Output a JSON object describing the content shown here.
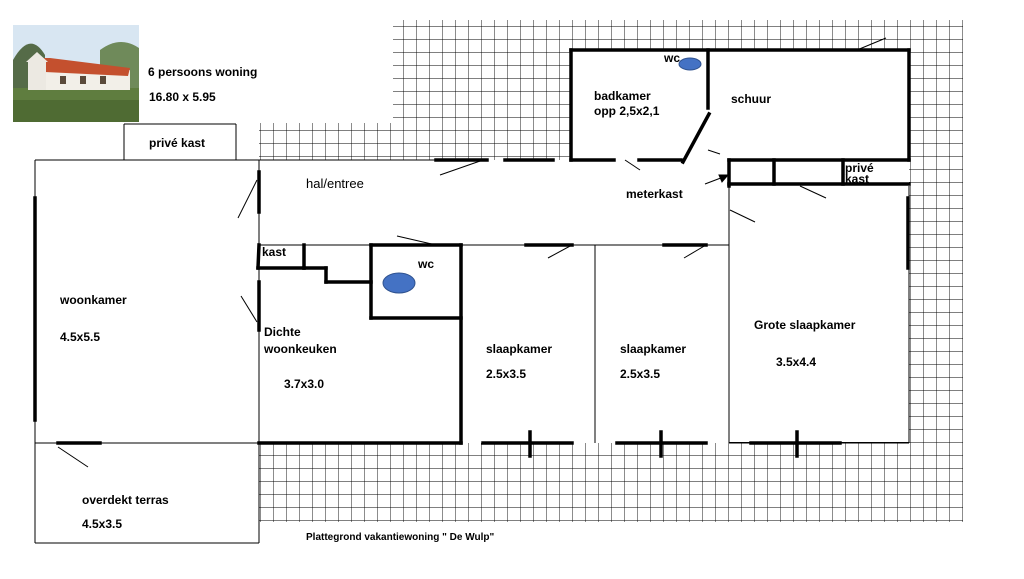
{
  "header": {
    "line1": "6 persoons woning",
    "line2": "16.80 x 5.95"
  },
  "rooms": {
    "prive_kast_top": "privé kast",
    "hal": "hal/entree",
    "badkamer": "badkamer",
    "badkamer_size": "opp 2,5x2,1",
    "wc_top": "wc",
    "schuur": "schuur",
    "meterkast": "meterkast",
    "prive_kast_right_1": "privé",
    "prive_kast_right_2": "kast",
    "kast": "kast",
    "wc_mid": "wc",
    "woonkamer": "woonkamer",
    "woonkamer_size": "4.5x5.5",
    "keuken_1": "Dichte",
    "keuken_2": "woonkeuken",
    "keuken_size": "3.7x3.0",
    "slaapkamer1": "slaapkamer",
    "slaapkamer1_size": "2.5x3.5",
    "slaapkamer2": "slaapkamer",
    "slaapkamer2_size": "2.5x3.5",
    "grote_slaapkamer": "Grote slaapkamer",
    "grote_slaapkamer_size": "3.5x4.4",
    "terras": "overdekt terras",
    "terras_size": "4.5x3.5"
  },
  "caption": "Plattegrond vakantiewoning \" De Wulp\"",
  "colors": {
    "wc_fill": "#4472c4",
    "wall": "#000000",
    "grid": "#000000"
  },
  "photo": {
    "description_icon": "house-photo"
  }
}
